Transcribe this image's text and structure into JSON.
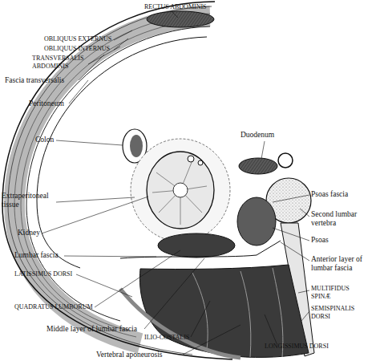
{
  "diagram": {
    "labels": [
      "RECTUS ABDOMINIS",
      "OBLIQUUS EXTERNUS",
      "OBLIQUUS INTERNUS",
      "TRANSVERSALIS ABDOMINIS",
      "Fascia transversalis",
      "Peritoneum",
      "Colon",
      "Duodenum",
      "Extraperitoneal tissue",
      "Psoas fascia",
      "Second lumbar vertebra",
      "Kidney",
      "Psoas",
      "Lumbar fascia",
      "Anterior layer of lumbar fascia",
      "LATISSIMUS DORSI",
      "MULTIFIDUS SPINÆ",
      "QUADRATUS LUMBORUM",
      "SEMISPINALIS DORSI",
      "Middle layer of lumbar fascia",
      "ILIO-COSTALIS",
      "Vertebral aponeurosis",
      "LONGISSIMUS DORSI"
    ]
  }
}
